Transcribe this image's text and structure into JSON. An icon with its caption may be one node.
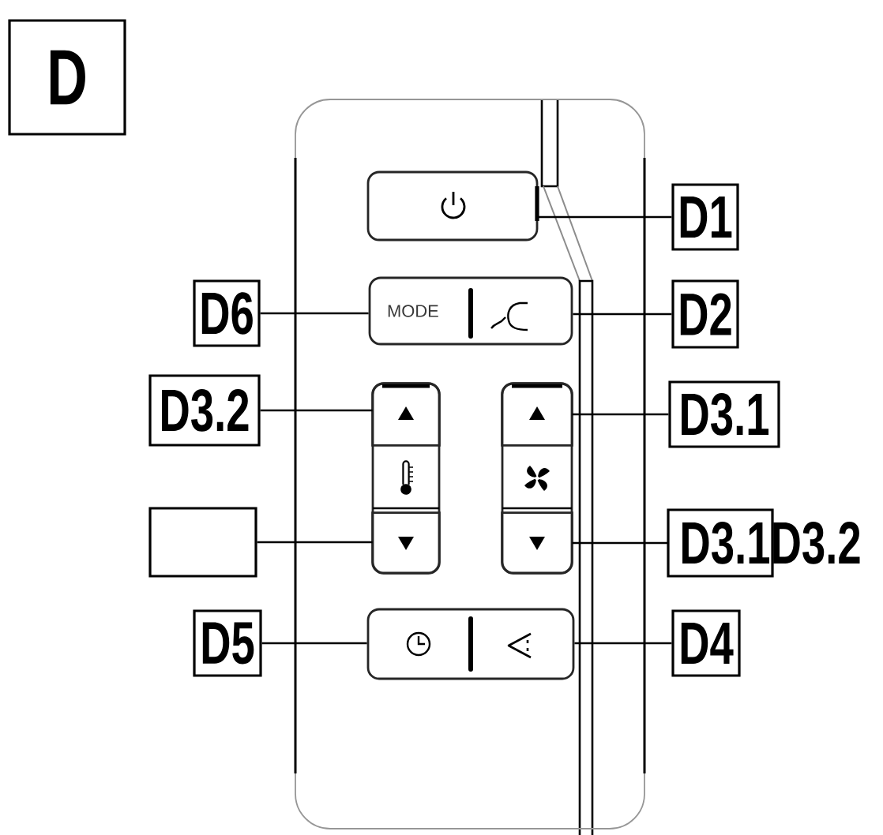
{
  "diagram": {
    "nodes": [
      {
        "text": [
          "D"
        ]
      },
      {
        "text": [],
        "shape": "box"
      },
      {
        "text": [],
        "shape": "box",
        "in": 1
      },
      {
        "text": [
          "D1"
        ]
      },
      {
        "text": [
          "D6"
        ]
      },
      {
        "text": [
          "MODE"
        ],
        "in": 1
      },
      {
        "text": [
          "D2"
        ]
      },
      {
        "text": [
          "D3.2"
        ]
      },
      {
        "text": [],
        "shape": "box",
        "in": 1
      },
      {
        "text": [],
        "shape": "box",
        "in": 8
      },
      {
        "text": [],
        "shape": "box",
        "in": 1
      },
      {
        "text": [],
        "shape": "box",
        "in": 10
      },
      {
        "text": [
          "D3.1"
        ]
      },
      {
        "text": [],
        "shape": "box"
      },
      {
        "text": [],
        "shape": "box",
        "in": 8
      },
      {
        "text": [],
        "shape": "box",
        "in": 10
      },
      {
        "text": [
          "D3.1D3.2"
        ]
      },
      {
        "text": [
          "D5"
        ]
      },
      {
        "text": [],
        "shape": "box",
        "in": 1
      },
      {
        "text": [
          "D4"
        ]
      }
    ],
    "edges": [
      {
        "from": 3,
        "to": 2,
        "arrow": "none"
      },
      {
        "from": 4,
        "to": 5,
        "arrow": "none"
      },
      {
        "from": 6,
        "to": 5,
        "arrow": "none"
      },
      {
        "from": 7,
        "to": 9,
        "arrow": "none"
      },
      {
        "from": 12,
        "to": 11,
        "arrow": "none"
      },
      {
        "from": 13,
        "to": 14,
        "arrow": "none"
      },
      {
        "from": 16,
        "to": 15,
        "arrow": "none"
      },
      {
        "from": 17,
        "to": 18,
        "arrow": "none"
      },
      {
        "from": 19,
        "to": 18,
        "arrow": "none"
      }
    ]
  }
}
